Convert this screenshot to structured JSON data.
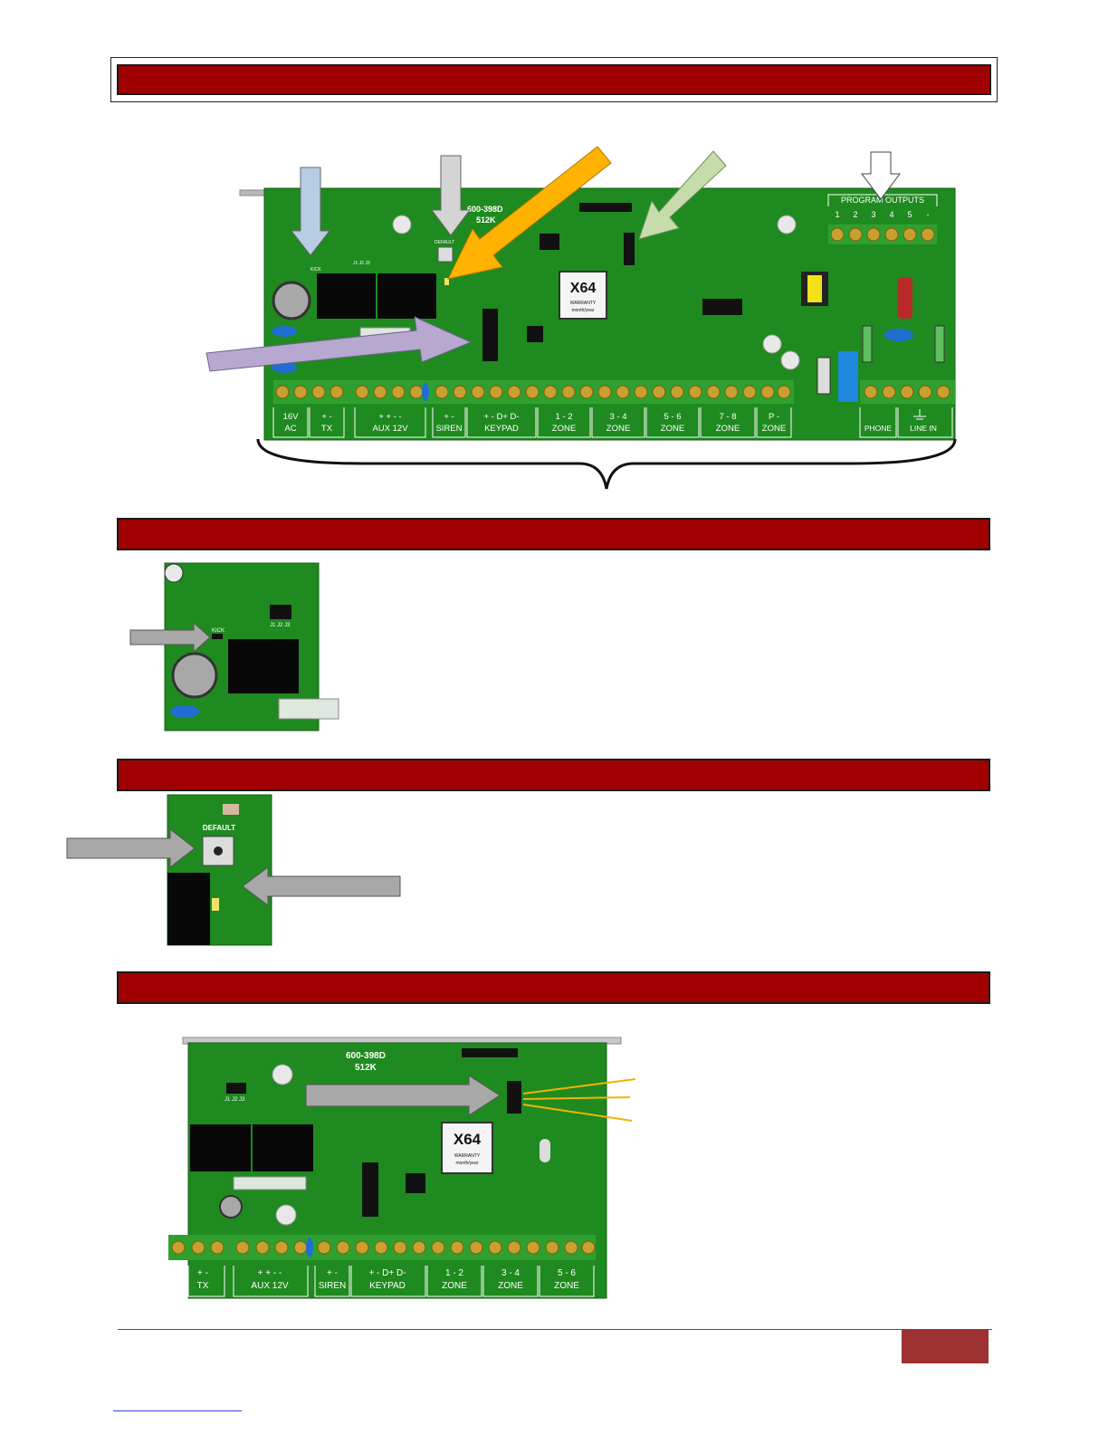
{
  "header": {
    "title": ""
  },
  "sections": [
    {
      "title": ""
    },
    {
      "title": ""
    },
    {
      "title": ""
    }
  ],
  "board": {
    "model_code": "600-398D",
    "memory": "512K",
    "chip_label": "X64",
    "chip_sub1": "WARRANTY",
    "chip_sub2": "month/year",
    "default_label": "DEFAULT",
    "kick_label": "KICK",
    "jumper_label": "J1 J2 J3",
    "prog_outputs_label": "PROGRAM OUTPUTS",
    "prog_output_numbers": [
      "1",
      "2",
      "3",
      "4",
      "5",
      "-"
    ],
    "terminals": [
      {
        "top": "16V",
        "bottom": "AC"
      },
      {
        "top": "+ -",
        "bottom": "TX"
      },
      {
        "top": "+ + - -",
        "bottom": "AUX 12V"
      },
      {
        "top": "+ -",
        "bottom": "SIREN"
      },
      {
        "top": "+ - D+ D-",
        "bottom": "KEYPAD"
      },
      {
        "top": "1 - 2",
        "bottom": "ZONE"
      },
      {
        "top": "3 - 4",
        "bottom": "ZONE"
      },
      {
        "top": "5 - 6",
        "bottom": "ZONE"
      },
      {
        "top": "7 - 8",
        "bottom": "ZONE"
      },
      {
        "top": "P -",
        "bottom": "ZONE"
      },
      {
        "top": "",
        "bottom": "PHONE"
      },
      {
        "top": "",
        "bottom": "LINE IN"
      }
    ],
    "bottom_terminals": [
      {
        "top": "+ -",
        "bottom": "TX"
      },
      {
        "top": "+ + - -",
        "bottom": "AUX 12V"
      },
      {
        "top": "+ -",
        "bottom": "SIREN"
      },
      {
        "top": "+ - D+ D-",
        "bottom": "KEYPAD"
      },
      {
        "top": "1 - 2",
        "bottom": "ZONE"
      },
      {
        "top": "3 - 4",
        "bottom": "ZONE"
      },
      {
        "top": "5 - 6",
        "bottom": "ZONE"
      }
    ]
  },
  "footer": {
    "page_number": "",
    "link_text": ""
  },
  "colors": {
    "header_bar": "#a00000",
    "pcb_green": "#1f8a1f",
    "terminal_brass": "#c8a030",
    "arrow_blue": "#b7cde3",
    "arrow_gray": "#d4d4d4",
    "arrow_orange": "#ffb300",
    "arrow_green": "#c6dcaa",
    "arrow_purple": "#b7a8d0",
    "footer_tab": "#9e3131"
  }
}
